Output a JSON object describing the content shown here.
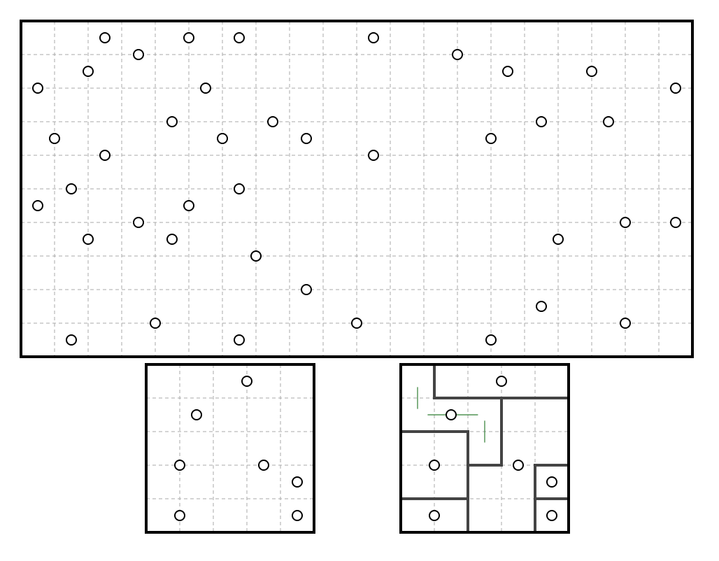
{
  "puzzle": {
    "main_board": {
      "cols": 20,
      "rows": 10,
      "dots": [
        [
          5,
          1
        ],
        [
          10,
          1
        ],
        [
          13,
          1
        ],
        [
          21,
          1
        ],
        [
          7,
          2
        ],
        [
          26,
          2
        ],
        [
          4,
          3
        ],
        [
          29,
          3
        ],
        [
          34,
          3
        ],
        [
          1,
          4
        ],
        [
          11,
          4
        ],
        [
          39,
          4
        ],
        [
          9,
          6
        ],
        [
          15,
          6
        ],
        [
          31,
          6
        ],
        [
          35,
          6
        ],
        [
          2,
          7
        ],
        [
          12,
          7
        ],
        [
          17,
          7
        ],
        [
          28,
          7
        ],
        [
          5,
          8
        ],
        [
          21,
          8
        ],
        [
          3,
          10
        ],
        [
          13,
          10
        ],
        [
          1,
          11
        ],
        [
          10,
          11
        ],
        [
          7,
          12
        ],
        [
          36,
          12
        ],
        [
          39,
          12
        ],
        [
          4,
          13
        ],
        [
          9,
          13
        ],
        [
          32,
          13
        ],
        [
          14,
          14
        ],
        [
          17,
          16
        ],
        [
          31,
          17
        ],
        [
          8,
          18
        ],
        [
          20,
          18
        ],
        [
          36,
          18
        ],
        [
          3,
          19
        ],
        [
          13,
          19
        ],
        [
          28,
          19
        ]
      ]
    },
    "example_unsolved": {
      "cols": 5,
      "rows": 5,
      "dots": [
        [
          6,
          1
        ],
        [
          3,
          3
        ],
        [
          2,
          6
        ],
        [
          7,
          6
        ],
        [
          9,
          7
        ],
        [
          2,
          9
        ],
        [
          9,
          9
        ]
      ]
    },
    "example_solved": {
      "cols": 5,
      "rows": 5,
      "dots": [
        [
          6,
          1
        ],
        [
          3,
          3
        ],
        [
          2,
          6
        ],
        [
          7,
          6
        ],
        [
          9,
          7
        ],
        [
          2,
          9
        ],
        [
          9,
          9
        ]
      ],
      "region_walls": [
        [
          [
            2,
            0
          ],
          [
            2,
            2
          ],
          [
            10,
            2
          ]
        ],
        [
          [
            6,
            2
          ],
          [
            6,
            6
          ],
          [
            4,
            6
          ],
          [
            4,
            4
          ],
          [
            0,
            4
          ]
        ],
        [
          [
            0,
            8
          ],
          [
            4,
            8
          ]
        ],
        [
          [
            4,
            6
          ],
          [
            4,
            10
          ]
        ],
        [
          [
            8,
            10
          ],
          [
            8,
            6
          ],
          [
            10,
            6
          ]
        ],
        [
          [
            8,
            8
          ],
          [
            10,
            8
          ]
        ]
      ],
      "hint_marks": [
        [
          [
            1,
            1.35
          ],
          [
            1,
            2.65
          ]
        ],
        [
          [
            1.6,
            3
          ],
          [
            4.6,
            3
          ]
        ],
        [
          [
            5,
            3.35
          ],
          [
            5,
            4.65
          ]
        ]
      ],
      "hint_color": "#2e7d32"
    }
  }
}
